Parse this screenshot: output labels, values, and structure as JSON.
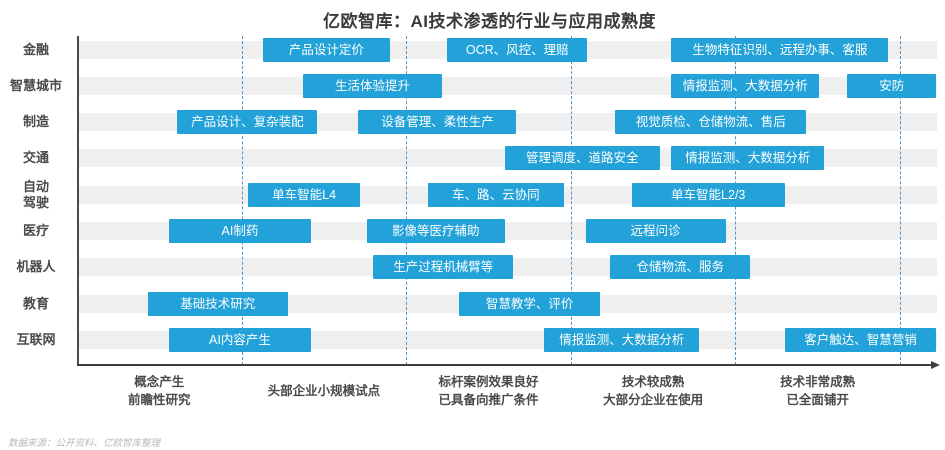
{
  "title": "亿欧智库：AI技术渗透的行业与应用成熟度",
  "source_note": "数据来源：公开资料、亿欧智库整理",
  "colors": {
    "bar_blue": "#22a2d8",
    "row_band_gray": "#efefef",
    "divider_blue": "#4f93c9",
    "axis_dark": "#3f3f3f",
    "label_gray": "#4a4a4a"
  },
  "chart_data": {
    "type": "bar",
    "variant": "horizontal gantt-style maturity timeline",
    "title": "亿欧智库：AI技术渗透的行业与应用成熟度",
    "x_axis": {
      "unit": "应用成熟度阶段 (stage units, 0 = axis origin, 1 stage per division)",
      "range": [
        0,
        5.25
      ],
      "grid": "dashed vertical divider at each whole stage 1-5",
      "stage_labels": [
        {
          "lines": [
            "概念产生",
            "前瞻性研究"
          ],
          "center_stage": 0.5
        },
        {
          "lines": [
            "头部企业小规模试点"
          ],
          "center_stage": 1.5
        },
        {
          "lines": [
            "标杆案例效果良好",
            "已具备向推广条件"
          ],
          "center_stage": 2.5
        },
        {
          "lines": [
            "技术较成熟",
            "大部分企业在使用"
          ],
          "center_stage": 3.5
        },
        {
          "lines": [
            "技术非常成熟",
            "已全面铺开"
          ],
          "center_stage": 4.5
        }
      ]
    },
    "rows": [
      {
        "industry_lines": [
          "金融"
        ],
        "bars": [
          {
            "label": "产品设计定价",
            "x0": 1.13,
            "x1": 1.9
          },
          {
            "label": "OCR、风控、理赔",
            "x0": 2.25,
            "x1": 3.1
          },
          {
            "label": "生物特征识别、远程办事、客服",
            "x0": 3.61,
            "x1": 4.93
          }
        ]
      },
      {
        "industry_lines": [
          "智慧城市"
        ],
        "bars": [
          {
            "label": "生活体验提升",
            "x0": 1.37,
            "x1": 2.22
          },
          {
            "label": "情报监测、大数据分析",
            "x0": 3.61,
            "x1": 4.51
          },
          {
            "label": "安防",
            "x0": 4.68,
            "x1": 5.22
          }
        ]
      },
      {
        "industry_lines": [
          "制造"
        ],
        "bars": [
          {
            "label": "产品设计、复杂装配",
            "x0": 0.61,
            "x1": 1.46
          },
          {
            "label": "设备管理、柔性生产",
            "x0": 1.71,
            "x1": 2.67
          },
          {
            "label": "视觉质检、仓储物流、售后",
            "x0": 3.27,
            "x1": 4.43
          }
        ]
      },
      {
        "industry_lines": [
          "交通"
        ],
        "bars": [
          {
            "label": "管理调度、道路安全",
            "x0": 2.6,
            "x1": 3.54
          },
          {
            "label": "情报监测、大数据分析",
            "x0": 3.61,
            "x1": 4.54
          }
        ]
      },
      {
        "industry_lines": [
          "自动",
          "驾驶"
        ],
        "bars": [
          {
            "label": "单车智能L4",
            "x0": 1.04,
            "x1": 1.72
          },
          {
            "label": "车、路、云协同",
            "x0": 2.13,
            "x1": 2.96
          },
          {
            "label": "单车智能L2/3",
            "x0": 3.37,
            "x1": 4.3
          }
        ]
      },
      {
        "industry_lines": [
          "医疗"
        ],
        "bars": [
          {
            "label": "AI制药",
            "x0": 0.56,
            "x1": 1.42
          },
          {
            "label": "影像等医疗辅助",
            "x0": 1.76,
            "x1": 2.6
          },
          {
            "label": "远程问诊",
            "x0": 3.09,
            "x1": 3.94
          }
        ]
      },
      {
        "industry_lines": [
          "机器人"
        ],
        "bars": [
          {
            "label": "生产过程机械臂等",
            "x0": 1.8,
            "x1": 2.65
          },
          {
            "label": "仓储物流、服务",
            "x0": 3.24,
            "x1": 4.09
          }
        ]
      },
      {
        "industry_lines": [
          "教育"
        ],
        "bars": [
          {
            "label": "基础技术研究",
            "x0": 0.43,
            "x1": 1.28
          },
          {
            "label": "智慧教学、评价",
            "x0": 2.32,
            "x1": 3.18
          }
        ]
      },
      {
        "industry_lines": [
          "互联网"
        ],
        "bars": [
          {
            "label": "AI内容产生",
            "x0": 0.56,
            "x1": 1.42
          },
          {
            "label": "情报监测、大数据分析",
            "x0": 2.84,
            "x1": 3.78
          },
          {
            "label": "客户触达、智慧营销",
            "x0": 4.3,
            "x1": 5.22
          }
        ]
      }
    ]
  }
}
